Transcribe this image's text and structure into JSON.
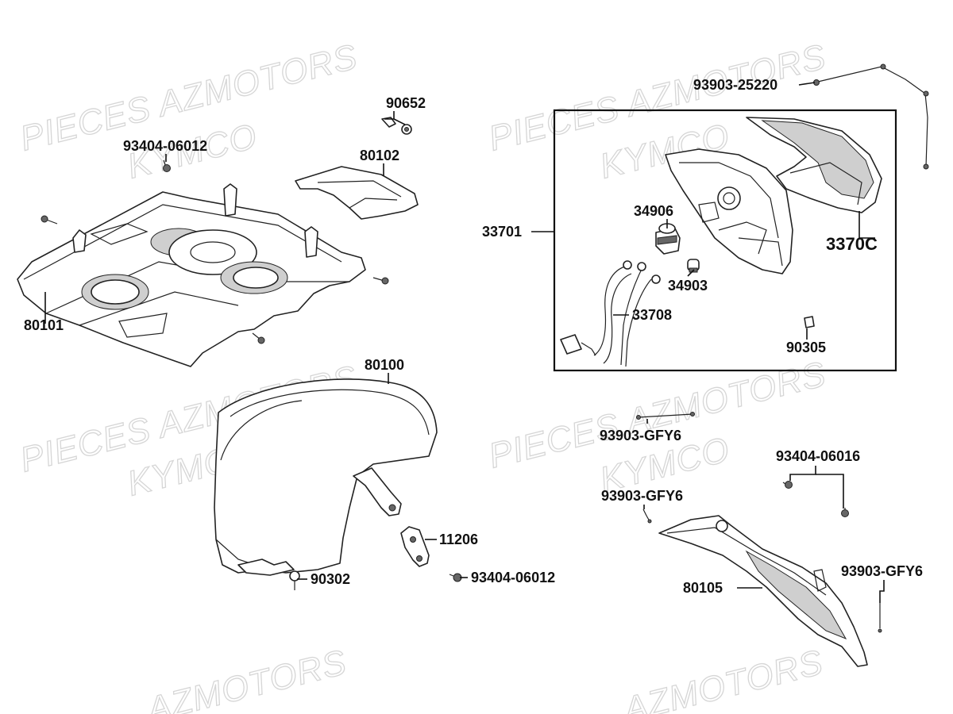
{
  "watermarks": {
    "line1": "PIECES AZMOTORS",
    "line2": "KYMCO",
    "line3": "AZMOTORS"
  },
  "parts": {
    "p90652": "90652",
    "p93404_06012_a": "93404-06012",
    "p80102": "80102",
    "p80101": "80101",
    "p80100": "80100",
    "p11206": "11206",
    "p90302": "90302",
    "p93404_06012_b": "93404-06012",
    "p93903_25220": "93903-25220",
    "p33701": "33701",
    "p34906": "34906",
    "p34903": "34903",
    "p33708": "33708",
    "p3370C": "3370C",
    "p90305": "90305",
    "p93903_GFY6_a": "93903-GFY6",
    "p93404_06016": "93404-06016",
    "p93903_GFY6_b": "93903-GFY6",
    "p93903_GFY6_c": "93903-GFY6",
    "p80105": "80105"
  }
}
